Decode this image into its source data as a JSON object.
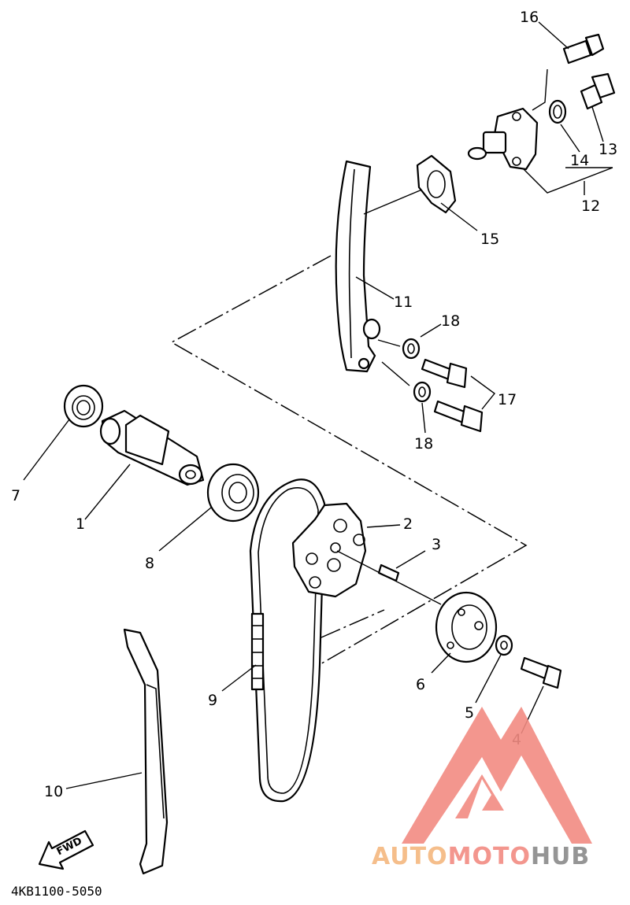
{
  "diagram": {
    "callouts": {
      "p1": "1",
      "p2": "2",
      "p3": "3",
      "p4": "4",
      "p5": "5",
      "p6": "6",
      "p7": "7",
      "p8": "8",
      "p9": "9",
      "p10": "10",
      "p11": "11",
      "p12": "12",
      "p13": "13",
      "p14": "14",
      "p15": "15",
      "p16": "16",
      "p17": "17",
      "p18a": "18",
      "p18b": "18"
    },
    "fwd_label": "FWD",
    "diagram_code": "4KB1100-5050"
  },
  "watermark": {
    "word1": "AUTO",
    "word2": "MOTO",
    "word3": "HUB",
    "colors": {
      "auto": "#f5b77f",
      "moto": "#f28b82",
      "hub": "#8a8a8a",
      "mark": "#f28b82"
    }
  }
}
